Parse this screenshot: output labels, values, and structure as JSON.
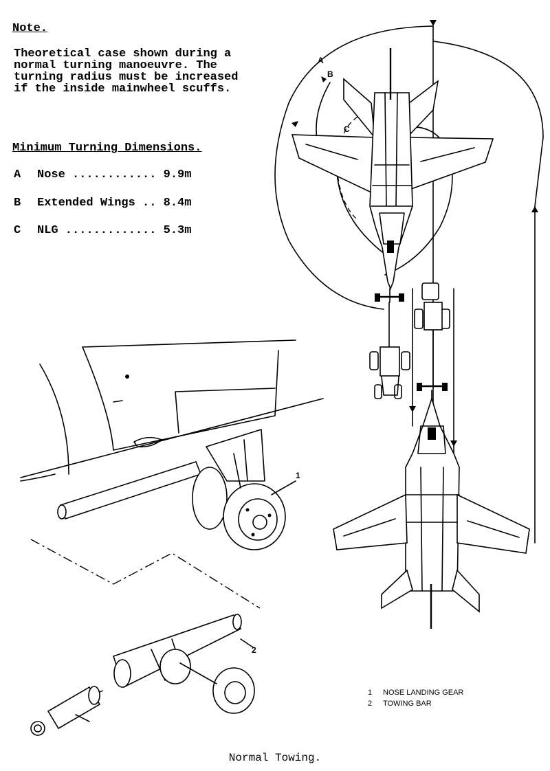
{
  "note": {
    "heading": "Note.",
    "lines": [
      "Theoretical case shown during a",
      "normal turning manoeuvre. The",
      "turning radius must be increased",
      "if the inside mainwheel scuffs."
    ]
  },
  "dimensions": {
    "heading": "Minimum Turning Dimensions.",
    "rows": [
      {
        "key": "A",
        "text": "Nose ............ 9.9m"
      },
      {
        "key": "B",
        "text": "Extended Wings .. 8.4m"
      },
      {
        "key": "C",
        "text": "NLG ............. 5.3m"
      }
    ]
  },
  "arc_labels": {
    "a": "A",
    "b": "B",
    "c": "C"
  },
  "callouts": {
    "one": "1",
    "two": "2"
  },
  "legend": [
    {
      "num": "1",
      "label": "NOSE LANDING GEAR"
    },
    {
      "num": "2",
      "label": "TOWING BAR"
    }
  ],
  "caption": "Normal Towing."
}
